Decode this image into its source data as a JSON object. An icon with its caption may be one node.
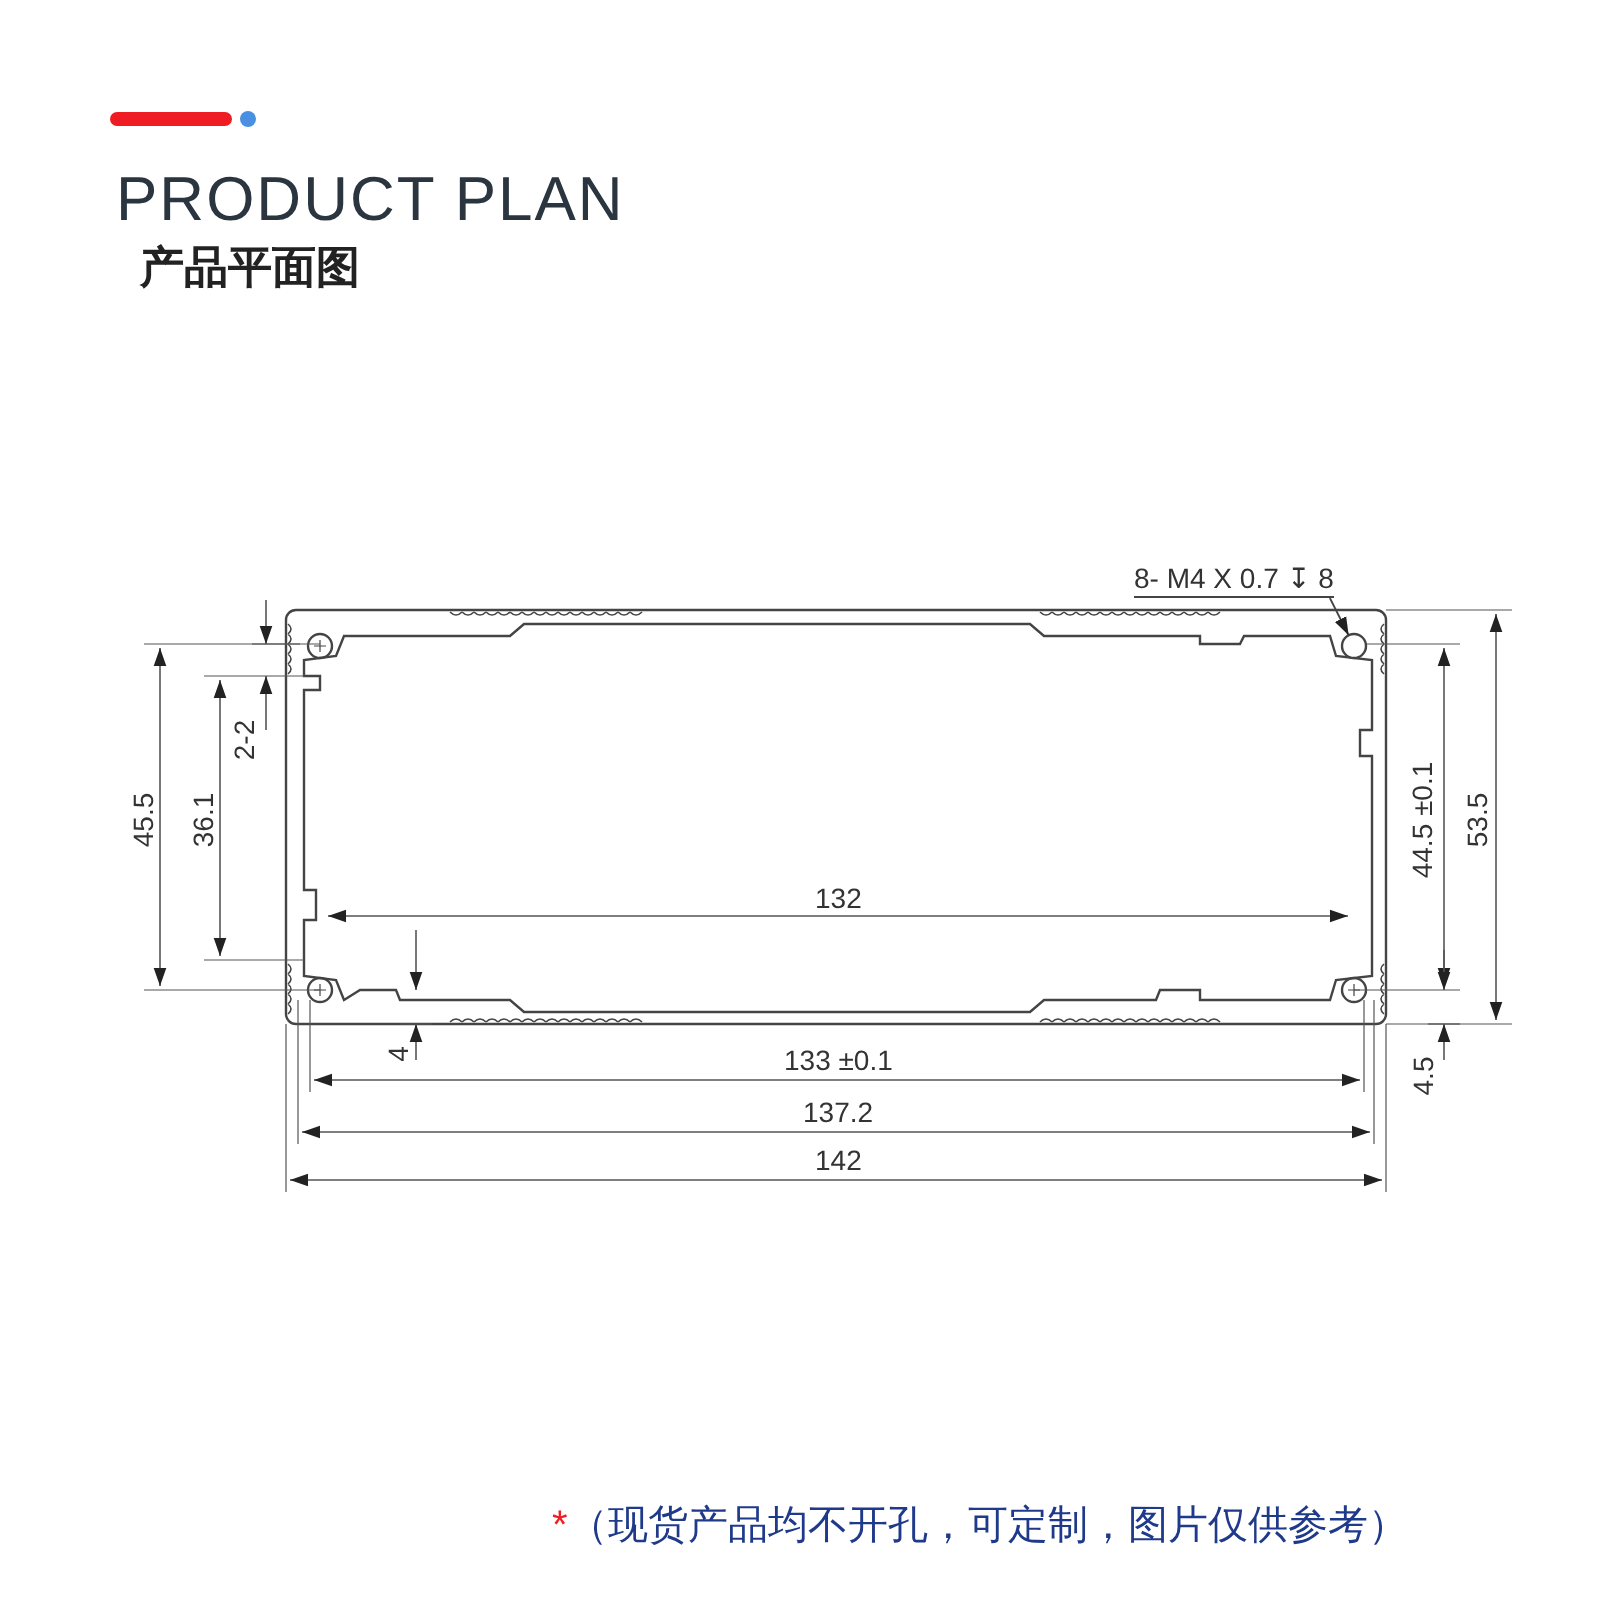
{
  "diagram": {
    "title": "PRODUCT PLAN",
    "nodes": [
      {
        "text": [
          "8- M4 X 0.7 ↧ 8"
        ]
      },
      {
        "text": [],
        "shape": "circle"
      }
    ],
    "edges": [
      {
        "from": 0,
        "to": 1,
        "arrow": "to"
      }
    ],
    "labels": [
      "产品平面图",
      "2-2",
      "45.5",
      "36.1",
      "132",
      "44.5 ±0.1",
      "53.5",
      "4",
      "133 ±0.1",
      "4.5",
      "137.2",
      "142",
      "*（现货产品均不开孔，可定制，图片仅供参考）"
    ]
  }
}
